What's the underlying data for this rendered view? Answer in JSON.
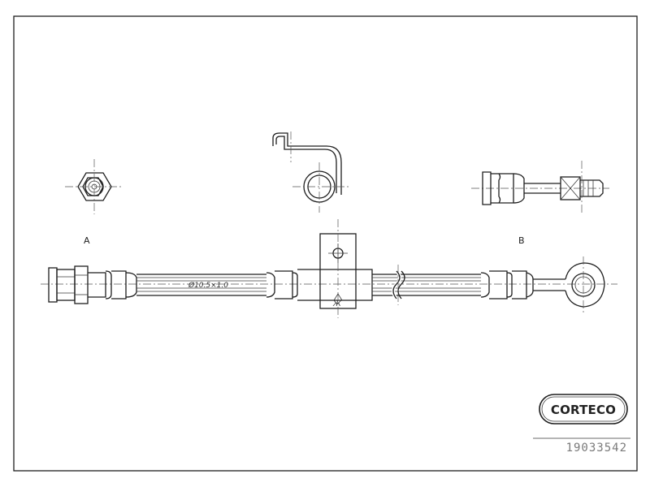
{
  "drawing": {
    "view_a_label": "A",
    "view_b_label": "B",
    "hose_marking": "Ø10.5×1.0",
    "brand": "CORTECO",
    "part_number": "19033542"
  }
}
